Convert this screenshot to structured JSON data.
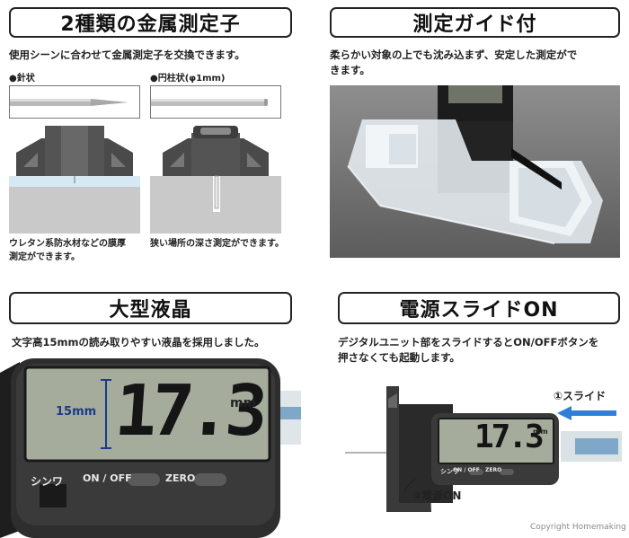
{
  "panels": {
    "probes": {
      "title": "2種類の金属測定子",
      "desc": "使用シーンに合わせて金属測定子を交換できます。",
      "needle_label": "●針状",
      "cylinder_label": "●円柱状(φ1mm)",
      "caption_left_1": "ウレタン系防水材などの膜厚",
      "caption_left_2": "測定ができます。",
      "caption_right": "狭い場所の深さ測定ができます。"
    },
    "guide": {
      "title": "測定ガイド付",
      "desc_1": "柔らかい対象の上でも沈み込まず、安定した測定がで",
      "desc_2": "きます。"
    },
    "lcd": {
      "title": "大型液晶",
      "desc": "文字高15mmの読み取りやすい液晶を採用しました。",
      "reading": "17.3",
      "unit": "mm",
      "height_label": "15mm",
      "on_off": "ON / OFF",
      "zero": "ZERO",
      "brand": "シンワ"
    },
    "slide": {
      "title": "電源スライドON",
      "desc_1": "デジタルユニット部をスライドするとON/OFFボタンを",
      "desc_2": "押さなくても起動します。",
      "slide_label": "①スライド",
      "power_label": "②電源ON",
      "reading": "17.3",
      "unit": "mm",
      "on_off": "ON / OFF",
      "zero": "ZERO",
      "brand": "シンワ"
    }
  },
  "copyright": "Copyright  Homemaking",
  "colors": {
    "arrow": "#2f7fd8",
    "lcd": "#a6ac9c",
    "body": "#2b2b2b"
  }
}
